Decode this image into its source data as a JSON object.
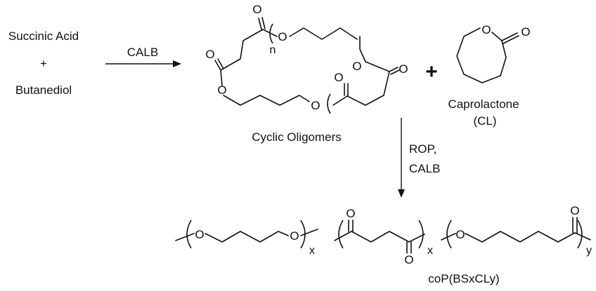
{
  "reactants": {
    "acid": "Succinic Acid",
    "plus": "+",
    "diol": "Butanediol"
  },
  "step1": {
    "catalyst": "CALB"
  },
  "intermediate": {
    "name": "Cyclic Oligomers",
    "repeat": "n"
  },
  "comonomer": {
    "name": "Caprolactone",
    "abbrev": "(CL)"
  },
  "plus_sign": "+",
  "step2": {
    "line1": "ROP,",
    "line2": "CALB"
  },
  "product": {
    "name": "coP(BSxCLy)",
    "sub_x1": "x",
    "sub_x2": "x",
    "sub_y": "y"
  },
  "atoms": {
    "oxygen": "O"
  }
}
